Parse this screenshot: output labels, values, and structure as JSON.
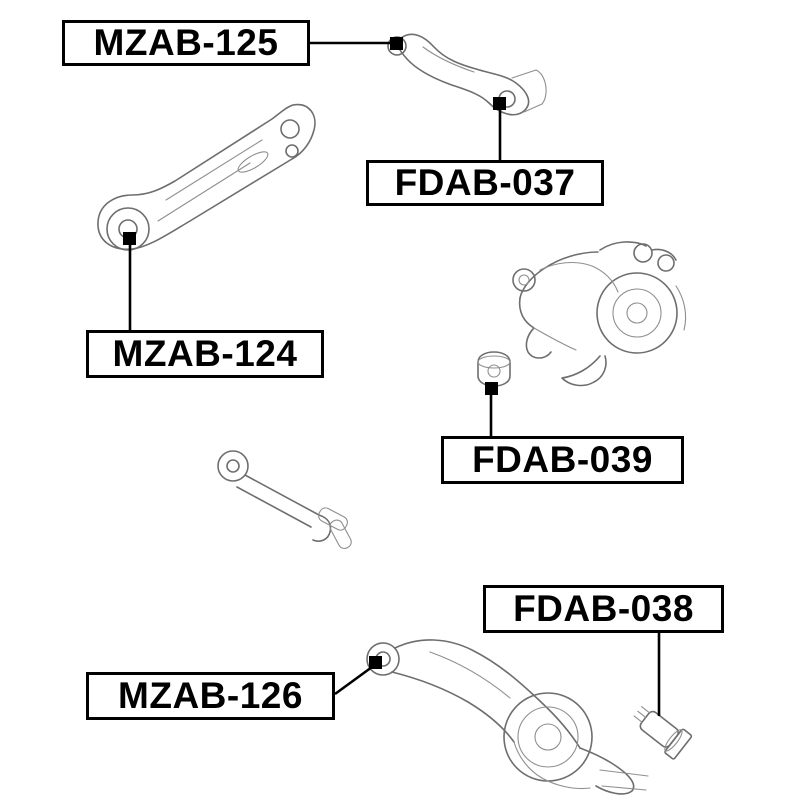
{
  "diagram": {
    "type": "parts-callout-diagram",
    "subject": "rear suspension arms and bushings",
    "background": "#ffffff",
    "leader_line_color": "#000000",
    "connector_marker": "black-square",
    "part_line_color": "#6e6e6e",
    "label_border_color": "#000000",
    "label_text_color": "#000000"
  },
  "labels": [
    {
      "id": "mzab-125",
      "text": "MZAB-125",
      "points_to": "upper-control-arm-front-bushing"
    },
    {
      "id": "fdab-037",
      "text": "FDAB-037",
      "points_to": "upper-control-arm-rear-bushing"
    },
    {
      "id": "mzab-124",
      "text": "MZAB-124",
      "points_to": "trailing-arm-bushing"
    },
    {
      "id": "fdab-039",
      "text": "FDAB-039",
      "points_to": "knuckle-bushing"
    },
    {
      "id": "fdab-038",
      "text": "FDAB-038",
      "points_to": "lower-arm-bolt-bushing"
    },
    {
      "id": "mzab-126",
      "text": "MZAB-126",
      "points_to": "lower-control-arm-front-bushing"
    }
  ],
  "parts": [
    {
      "name": "rear-upper-control-arm"
    },
    {
      "name": "rear-trailing-arm"
    },
    {
      "name": "rear-axle-knuckle"
    },
    {
      "name": "knuckle-bushing"
    },
    {
      "name": "rear-lateral-link"
    },
    {
      "name": "rear-lower-control-arm"
    },
    {
      "name": "bolt-with-bushing"
    }
  ]
}
